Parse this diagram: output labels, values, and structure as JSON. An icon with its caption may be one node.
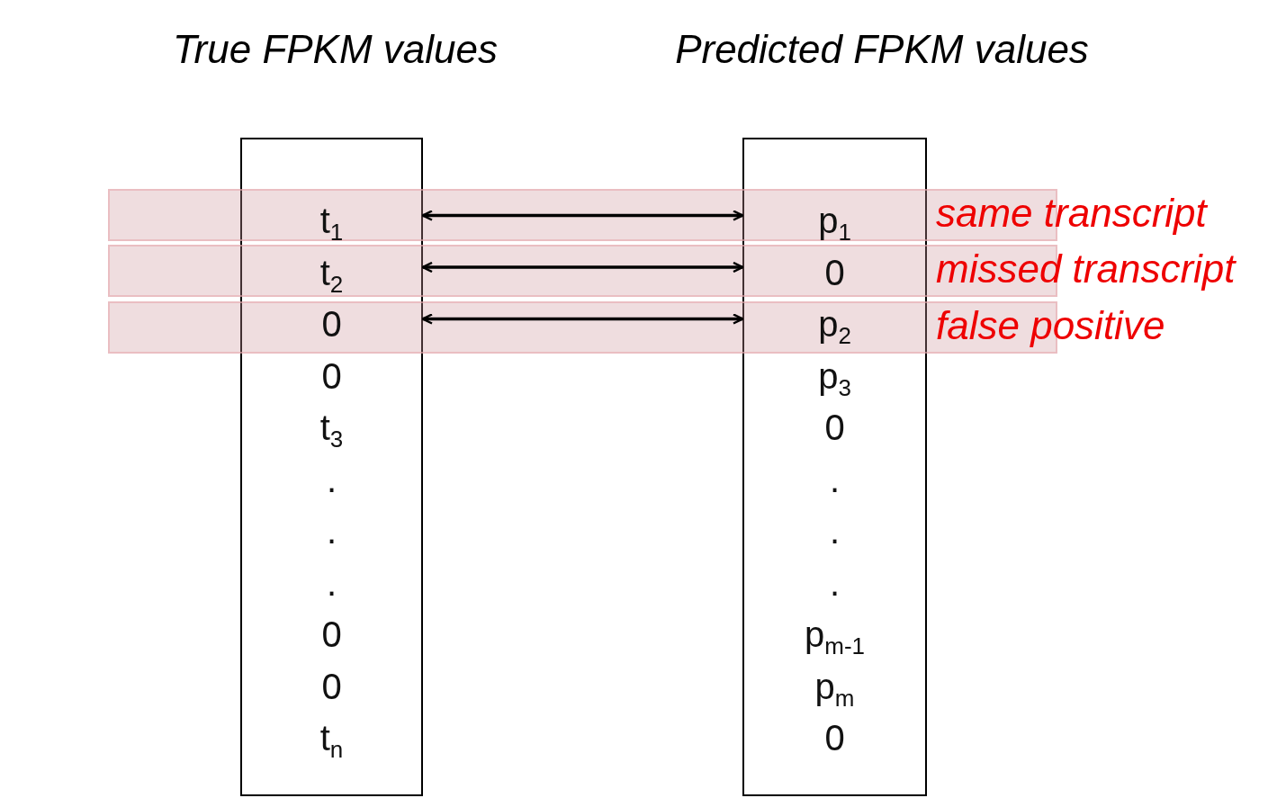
{
  "diagram": {
    "nodes": [
      {
        "text": [
          "True FPKM values"
        ]
      },
      {
        "text": [
          "t$_{1}$"
        ],
        "in": 0
      },
      {
        "text": [
          "t$_{2}$"
        ],
        "in": 0
      },
      {
        "text": [
          "0"
        ],
        "in": 0
      },
      {
        "text": [
          "0"
        ],
        "in": 0
      },
      {
        "text": [
          "t$_{3}$"
        ],
        "in": 0
      },
      {
        "text": [
          "."
        ],
        "in": 0
      },
      {
        "text": [
          "."
        ],
        "in": 0
      },
      {
        "text": [
          "."
        ],
        "in": 0
      },
      {
        "text": [
          "0"
        ],
        "in": 0
      },
      {
        "text": [
          "0"
        ],
        "in": 0
      },
      {
        "text": [
          "t$_{n}$"
        ],
        "in": 0
      },
      {
        "text": [
          "Predicted FPKM values"
        ]
      },
      {
        "text": [
          "p$_{1}$"
        ],
        "in": 12
      },
      {
        "text": [
          "0"
        ],
        "in": 12
      },
      {
        "text": [
          "p$_{2}$"
        ],
        "in": 12
      },
      {
        "text": [
          "p$_{3}$"
        ],
        "in": 12
      },
      {
        "text": [
          "0"
        ],
        "in": 12
      },
      {
        "text": [
          "."
        ],
        "in": 12
      },
      {
        "text": [
          "."
        ],
        "in": 12
      },
      {
        "text": [
          "."
        ],
        "in": 12
      },
      {
        "text": [
          "p$_{m-1}$"
        ],
        "in": 12
      },
      {
        "text": [
          "p$_{m}$"
        ],
        "in": 12
      },
      {
        "text": [
          "0"
        ],
        "in": 12
      }
    ],
    "labels": [
      "same transcript",
      "missed transcript",
      "false positive"
    ],
    "edges": [
      {
        "from": 1,
        "to": 13,
        "arrow": "both"
      },
      {
        "from": 2,
        "to": 14,
        "arrow": "both"
      },
      {
        "from": 3,
        "to": 15,
        "arrow": "both"
      }
    ]
  }
}
